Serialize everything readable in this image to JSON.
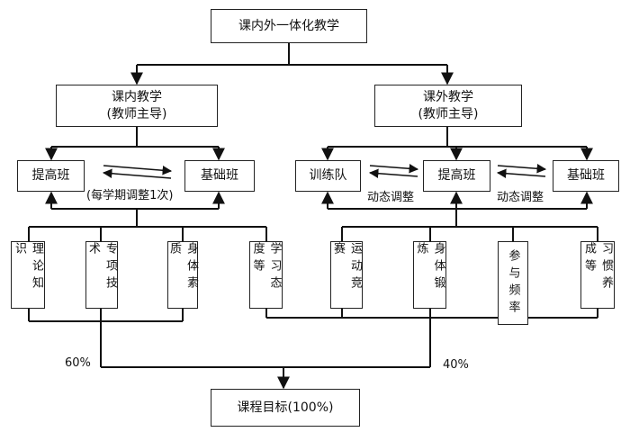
{
  "top": {
    "title": "课内外一体化教学"
  },
  "inner": {
    "title": "课内教学",
    "sub": "(教师主导)",
    "advanced": "提高班",
    "basic": "基础班",
    "adjust": "(每学期调整1次)",
    "items": [
      "理论知识",
      "专项技术",
      "身体素质",
      "学习态度等"
    ]
  },
  "outer": {
    "title": "课外教学",
    "sub": "(教师主导)",
    "team": "训练队",
    "advanced": "提高班",
    "basic": "基础班",
    "dyn_left": "动态调整",
    "dyn_right": "动态调整",
    "items": [
      "运动竞赛",
      "身体锻炼",
      "参与频率",
      "习惯养成等"
    ]
  },
  "weights": {
    "left": "60%",
    "right": "40%"
  },
  "goal": {
    "label": "课程目标(100%)"
  }
}
